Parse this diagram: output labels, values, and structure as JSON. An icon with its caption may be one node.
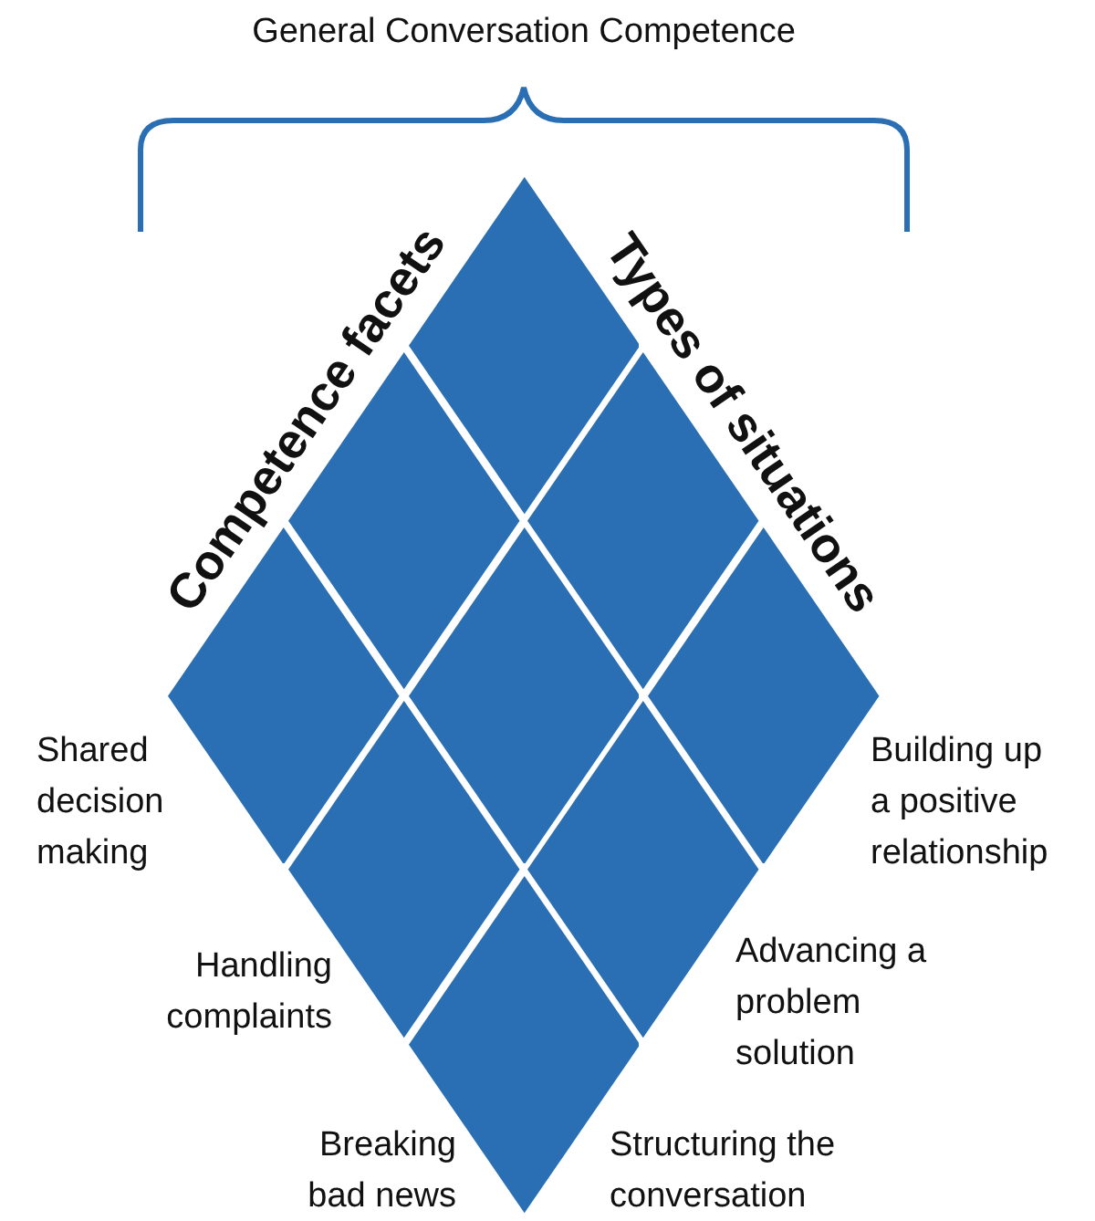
{
  "diagram": {
    "title": "General Conversation Competence",
    "nodes": [
      {
        "text": [],
        "shape": "diamond"
      },
      {
        "text": [],
        "shape": "diamond"
      },
      {
        "text": [],
        "shape": "diamond"
      },
      {
        "text": [],
        "shape": "diamond"
      },
      {
        "text": [],
        "shape": "diamond"
      },
      {
        "text": [],
        "shape": "diamond"
      },
      {
        "text": [],
        "shape": "diamond"
      },
      {
        "text": [],
        "shape": "diamond"
      },
      {
        "text": [],
        "shape": "diamond"
      }
    ],
    "edges": [],
    "labels": [
      "Competence facets",
      "Types of situations",
      "Shared decision making",
      "Building up a positive relationship",
      "Handling complaints",
      "Advancing a problem solution",
      "Breaking bad news",
      "Structuring the conversation"
    ]
  }
}
